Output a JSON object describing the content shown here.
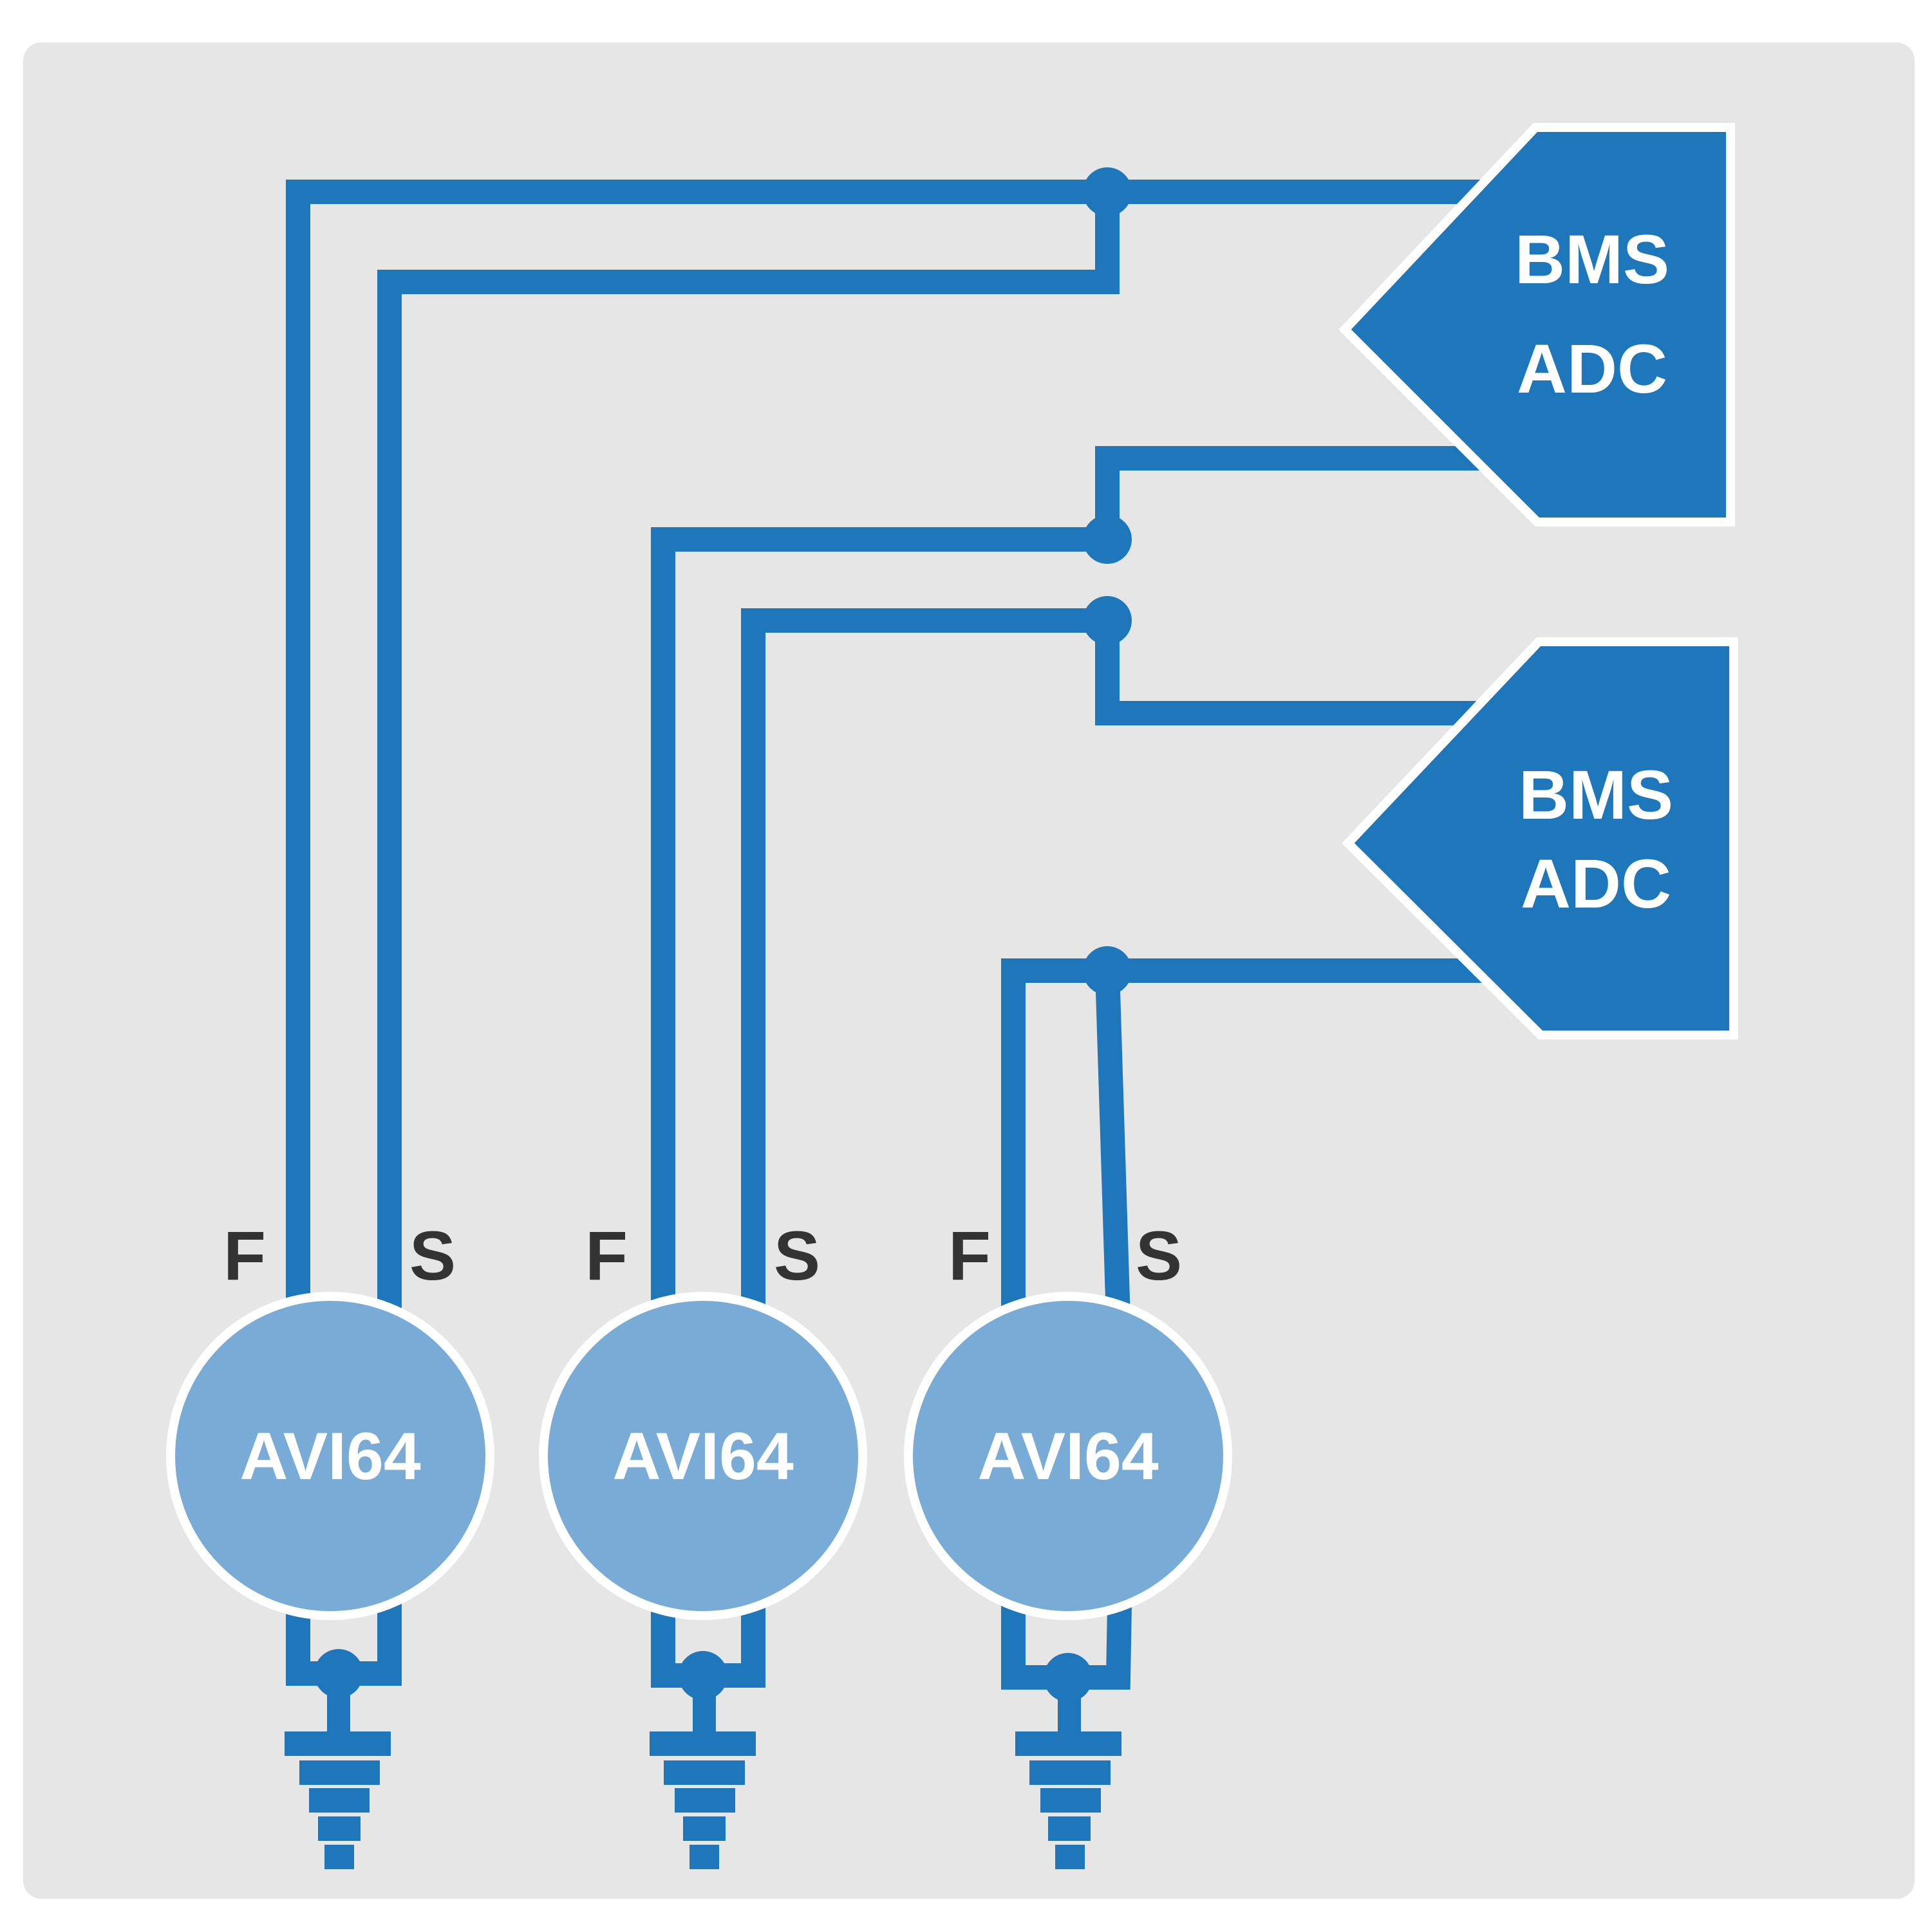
{
  "diagram": {
    "colors": {
      "background": "#e6e6e6",
      "wire": "#1e76bb",
      "sensor_fill": "#78abd5",
      "outline": "#ffffff",
      "label_dark": "#333333"
    },
    "adc_blocks": [
      {
        "line1": "BMS",
        "line2": "ADC"
      },
      {
        "line1": "BMS",
        "line2": "ADC"
      }
    ],
    "sensors": [
      {
        "name": "AVI64",
        "left_label": "F",
        "right_label": "S"
      },
      {
        "name": "AVI64",
        "left_label": "F",
        "right_label": "S"
      },
      {
        "name": "AVI64",
        "left_label": "F",
        "right_label": "S"
      }
    ],
    "ground_icon": "ground-symbol"
  }
}
